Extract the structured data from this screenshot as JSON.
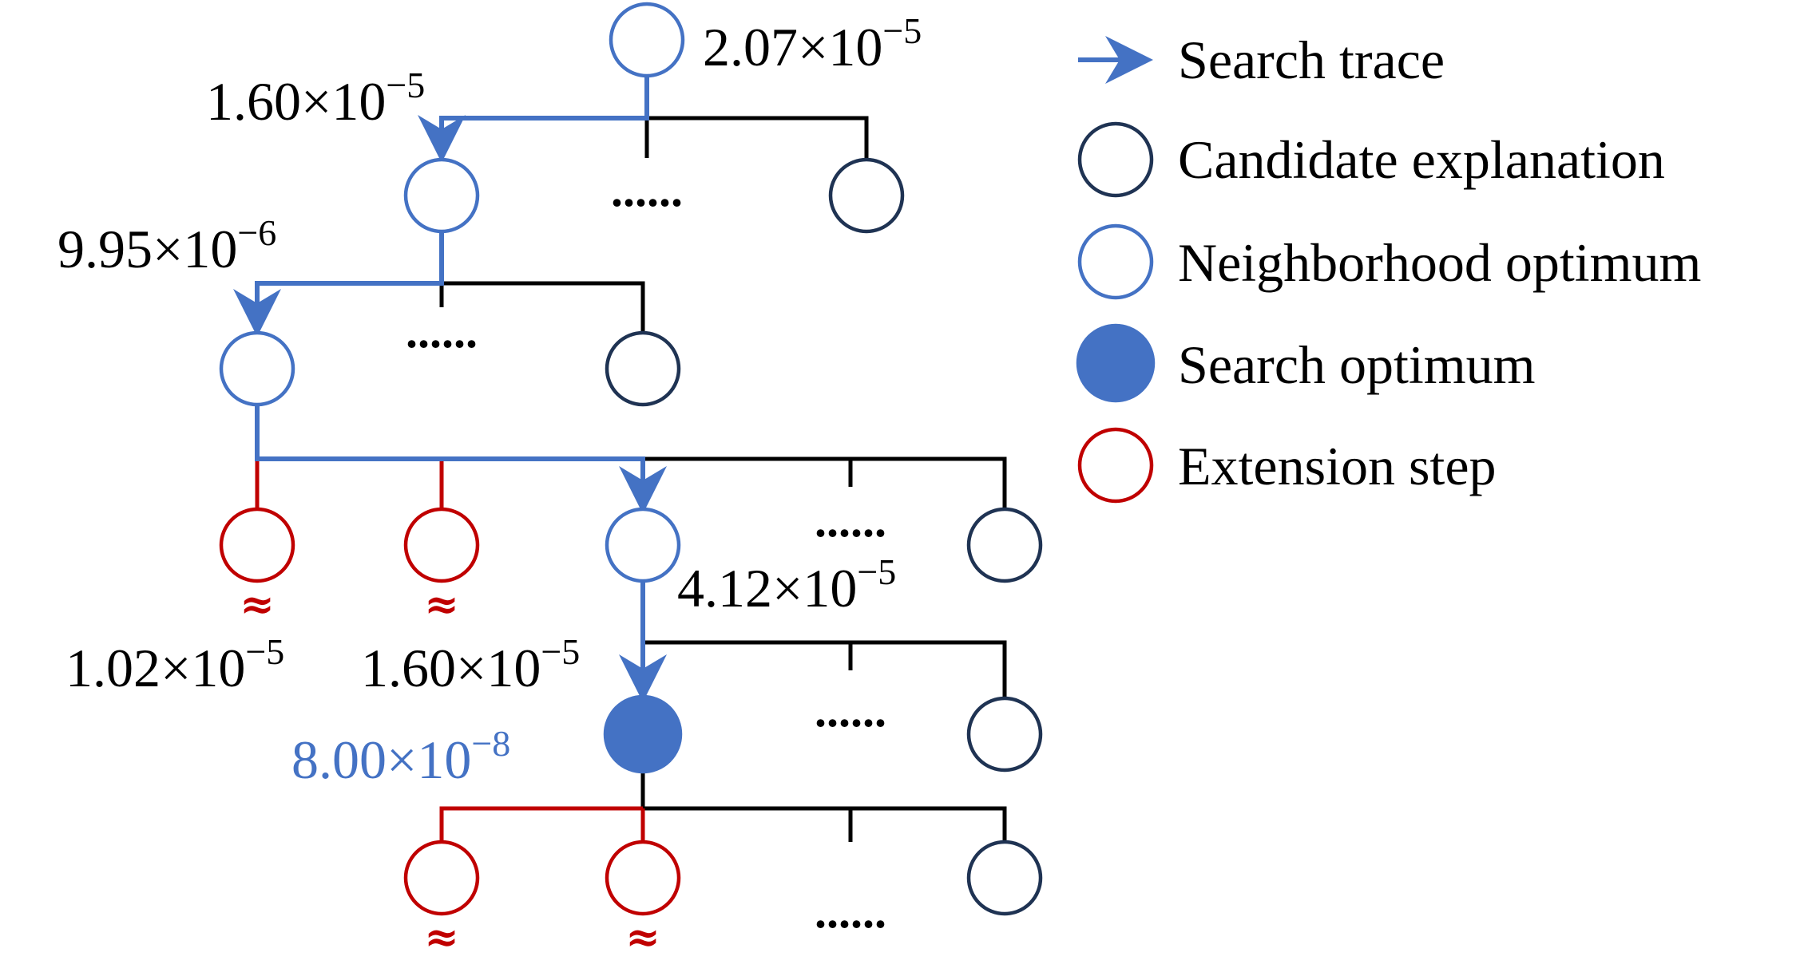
{
  "colors": {
    "trace": "#4472c4",
    "candidate": "#1f3353",
    "neighborhood": "#4472c4",
    "search_optimum": "#4472c4",
    "extension": "#c00000",
    "tree": "#000000"
  },
  "labels": {
    "root": {
      "mantissa": "2.07×10",
      "exponent": "−5"
    },
    "level1": {
      "mantissa": "1.60×10",
      "exponent": "−5"
    },
    "level2": {
      "mantissa": "9.95×10",
      "exponent": "−6"
    },
    "level3_optimum": {
      "mantissa": "4.12×10",
      "exponent": "−5"
    },
    "ext_a": {
      "mantissa": "1.02×10",
      "exponent": "−5"
    },
    "ext_b": {
      "mantissa": "1.60×10",
      "exponent": "−5"
    },
    "search_optimum": {
      "mantissa": "8.00×10",
      "exponent": "−8"
    }
  },
  "ellipsis": "......",
  "approx_symbol": "≈",
  "legend": {
    "items": [
      {
        "label": "Search trace",
        "icon": "arrow-icon"
      },
      {
        "label": "Candidate explanation",
        "icon": "dark-circle-icon"
      },
      {
        "label": "Neighborhood optimum",
        "icon": "blue-circle-icon"
      },
      {
        "label": "Search optimum",
        "icon": "filled-blue-circle-icon"
      },
      {
        "label": "Extension step",
        "icon": "red-circle-icon"
      }
    ]
  }
}
